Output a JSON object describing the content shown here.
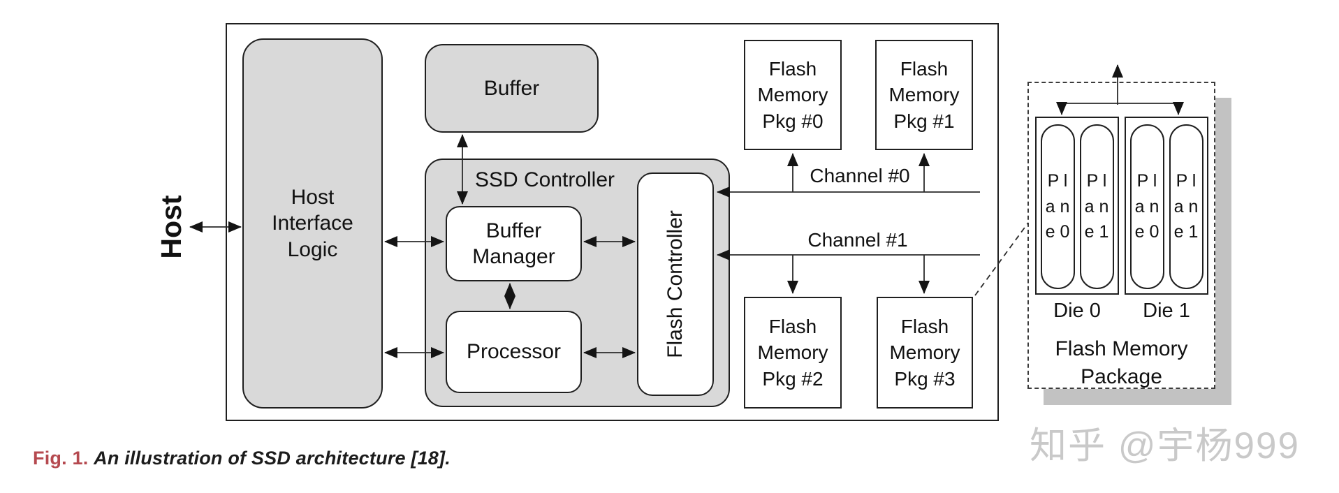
{
  "figure": {
    "host_label": "Host",
    "blocks": {
      "host_interface_logic": "Host\nInterface\nLogic",
      "buffer": "Buffer",
      "ssd_controller": "SSD Controller",
      "buffer_manager": "Buffer\nManager",
      "processor": "Processor",
      "flash_controller": "Flash Controller"
    },
    "channels": [
      {
        "label": "Channel #0"
      },
      {
        "label": "Channel #1"
      }
    ],
    "flash_packages": [
      {
        "label": "Flash\nMemory\nPkg #0"
      },
      {
        "label": "Flash\nMemory\nPkg #1"
      },
      {
        "label": "Flash\nMemory\nPkg #2"
      },
      {
        "label": "Flash\nMemory\nPkg #3"
      }
    ],
    "package_detail": {
      "dies": [
        {
          "label": "Die 0",
          "planes": [
            "P\nl\na\nn\ne\n0",
            "P\nl\na\nn\ne\n1"
          ]
        },
        {
          "label": "Die 1",
          "planes": [
            "P\nl\na\nn\ne\n0",
            "P\nl\na\nn\ne\n1"
          ]
        }
      ],
      "label": "Flash Memory\nPackage"
    }
  },
  "caption": {
    "tag": "Fig. 1.",
    "text": "An illustration of SSD architecture [18]."
  },
  "watermark": "知乎 @宇杨999",
  "colors": {
    "block_fill_gray": "#d9d9d9",
    "line_black": "#1f1f1f",
    "caption_red": "#b5494f",
    "watermark_gray": "#c9c9c9",
    "detail_shadow_gray": "#c2c2c2"
  }
}
